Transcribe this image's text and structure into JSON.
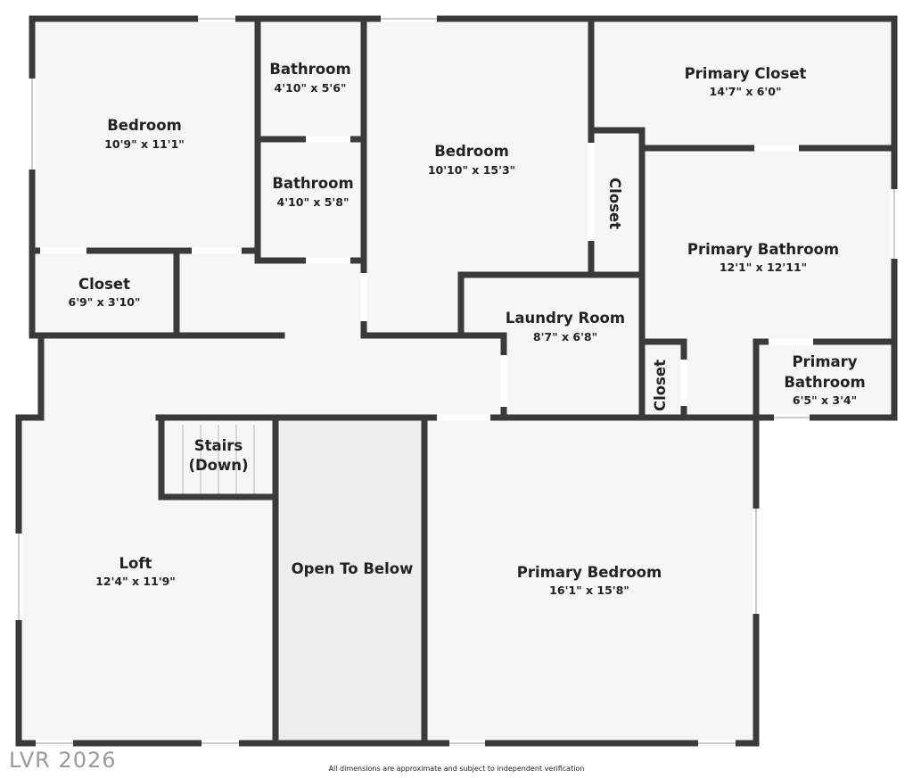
{
  "colors": {
    "wall": "#3a3a3a",
    "floor": "#f6f6f6",
    "open_area": "#eeeeee",
    "window_glass": "#ffffff",
    "text": "#222222",
    "watermark": "#9a9a9a"
  },
  "rooms": {
    "bedroom_a": {
      "name": "Bedroom",
      "dims": "10'9\" x 11'1\""
    },
    "bathroom_a": {
      "name": "Bathroom",
      "dims": "4'10\" x 5'6\""
    },
    "bathroom_b": {
      "name": "Bathroom",
      "dims": "4'10\" x 5'8\""
    },
    "bedroom_b": {
      "name": "Bedroom",
      "dims": "10'10\" x 15'3\""
    },
    "primary_closet": {
      "name": "Primary Closet",
      "dims": "14'7\" x 6'0\""
    },
    "closet_a": {
      "name": "Closet"
    },
    "closet_b": {
      "name": "Closet",
      "dims": "6'9\" x 3'10\""
    },
    "primary_bathroom_a": {
      "name": "Primary Bathroom",
      "dims": "12'1\" x 12'11\""
    },
    "laundry": {
      "name": "Laundry Room",
      "dims": "8'7\" x 6'8\""
    },
    "closet_c": {
      "name": "Closet"
    },
    "primary_bathroom_b": {
      "name_line1": "Primary",
      "name_line2": "Bathroom",
      "dims": "6'5\" x 3'4\""
    },
    "stairs": {
      "name_line1": "Stairs",
      "name_line2": "(Down)"
    },
    "loft": {
      "name": "Loft",
      "dims": "12'4\" x 11'9\""
    },
    "open_below": {
      "name": "Open To Below"
    },
    "primary_bedroom": {
      "name": "Primary Bedroom",
      "dims": "16'1\" x 15'8\""
    }
  },
  "watermark": "LVR 2026",
  "disclaimer": "All dimensions are approximate and subject to independent verification"
}
